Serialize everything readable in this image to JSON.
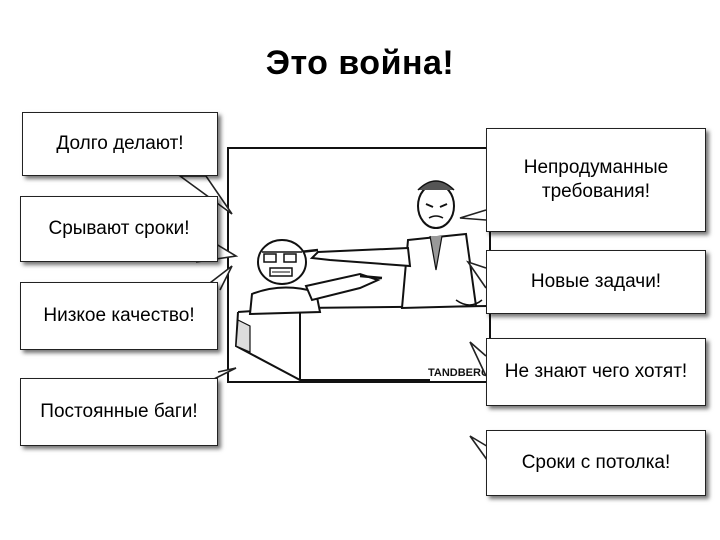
{
  "title": "Это война!",
  "cartoon": {
    "signature": "TANDBERG"
  },
  "bubbles_left": [
    "Долго делают!",
    "Срывают сроки!",
    "Низкое качество!",
    "Постоянные баги!"
  ],
  "bubbles_right": [
    "Непродуманные требования!",
    "Новые задачи!",
    "Не знают чего хотят!",
    "Сроки с потолка!"
  ]
}
